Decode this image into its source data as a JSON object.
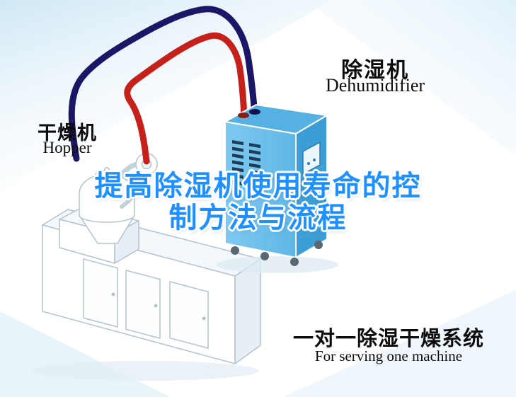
{
  "scene": {
    "title": {
      "line1": "提高除湿机使用寿命的控",
      "line2": "制方法与流程"
    },
    "dehumidifier_label": {
      "cn": "除湿机",
      "en": "Dehumidifier"
    },
    "hopper_label": {
      "cn": "干燥机",
      "en": "Hopper"
    },
    "system_label": {
      "cn": "一对一除湿干燥系统",
      "en": "For serving one machine"
    }
  },
  "colors": {
    "title_blue": "#1E90FF",
    "pipe_red": "#C5201A",
    "pipe_navy": "#1B1666",
    "dehumidifier_body_light": "#6FC0EC",
    "dehumidifier_body_dark": "#3D9ED6",
    "background_tint": "#D9ECF7"
  }
}
